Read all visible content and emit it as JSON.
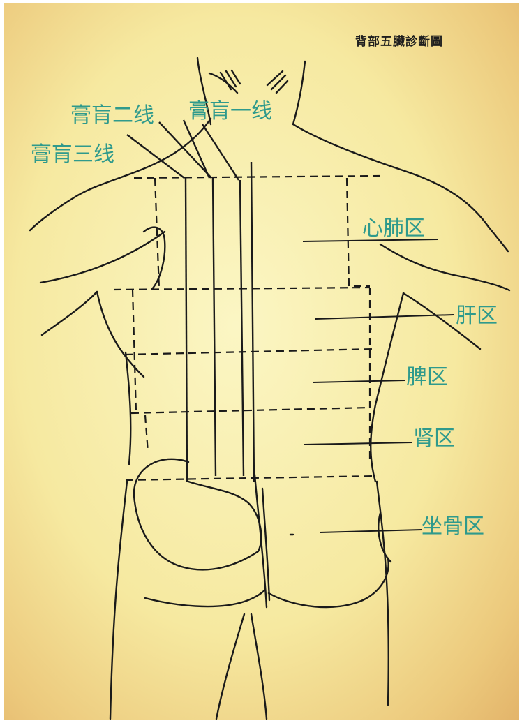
{
  "title": "背部五臟診斷圖",
  "lines": {
    "line_2": "膏肓二线",
    "line_1": "膏肓一线",
    "line_3": "膏肓三线"
  },
  "zones": {
    "heart_lung": "心肺区",
    "liver": "肝区",
    "spleen": "脾区",
    "kidney": "肾区",
    "sciatic": "坐骨区"
  }
}
